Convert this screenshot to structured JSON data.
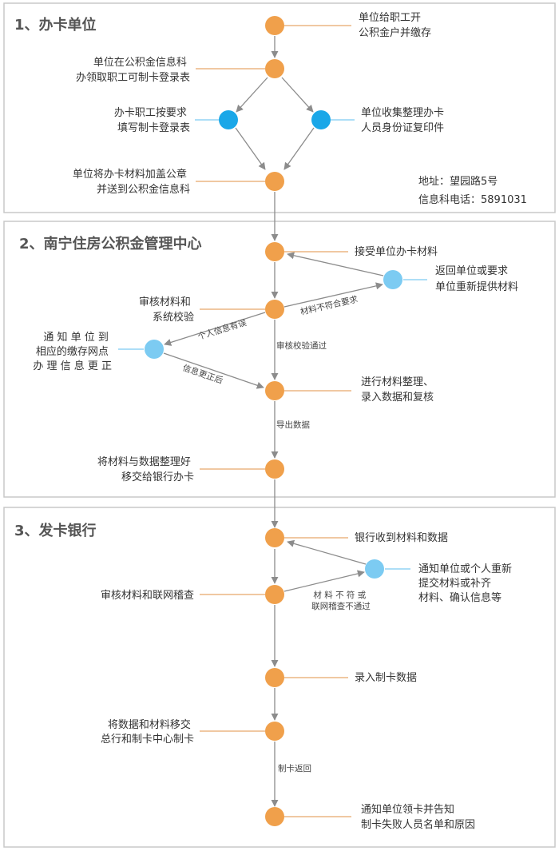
{
  "sections": [
    {
      "title": "1、办卡单位"
    },
    {
      "title": "2、南宁住房公积金管理中心"
    },
    {
      "title": "3、发卡银行"
    }
  ],
  "info": {
    "address": "地址：望园路5号",
    "phone": "信息科电话：5891031"
  },
  "s1": {
    "n1": [
      "单位给职工开",
      "公积金户并缴存"
    ],
    "n2": [
      "单位在公积金信息科",
      "办领取职工可制卡登录表"
    ],
    "n3": [
      "办卡职工按要求",
      "填写制卡登录表"
    ],
    "n4": [
      "单位收集整理办卡",
      "人员身份证复印件"
    ],
    "n5": [
      "单位将办卡材料加盖公章",
      "并送到公积金信息科"
    ]
  },
  "s2": {
    "n1": [
      "接受单位办卡材料"
    ],
    "n2": [
      "返回单位或要求",
      "单位重新提供材料"
    ],
    "n3": [
      "审核材料和",
      "系统校验"
    ],
    "n4": [
      "通 知 单 位 到",
      "相应的缴存网点",
      "办 理 信 息 更 正"
    ],
    "n5": [
      "进行材料整理、",
      "录入数据和复核"
    ],
    "n6": [
      "将材料与数据整理好",
      "移交给银行办卡"
    ],
    "e_reject": "材料不符合要求",
    "e_personal": "个人信息有误",
    "e_corrected": "信息更正后",
    "e_pass": "审核校验通过",
    "e_export": "导出数据"
  },
  "s3": {
    "n1": [
      "银行收到材料和数据"
    ],
    "n2": [
      "通知单位或个人重新",
      "提交材料或补齐",
      "材料、确认信息等"
    ],
    "n3": [
      "审核材料和联网稽查"
    ],
    "e_fail": [
      "材 料 不 符 或",
      "联网稽查不通过"
    ],
    "n4": [
      "录入制卡数据"
    ],
    "n5": [
      "将数据和材料移交",
      "总行和制卡中心制卡"
    ],
    "e_return": "制卡返回",
    "n6": [
      "通知单位领卡并告知",
      "制卡失败人员名单和原因"
    ]
  },
  "colors": {
    "orange": "#f0a04b",
    "blue": "#1aa7e8",
    "light_blue": "#7ccbf2",
    "arrow": "#8c8c8c",
    "border": "#c8c8c8",
    "leader": "#e8a86a"
  }
}
